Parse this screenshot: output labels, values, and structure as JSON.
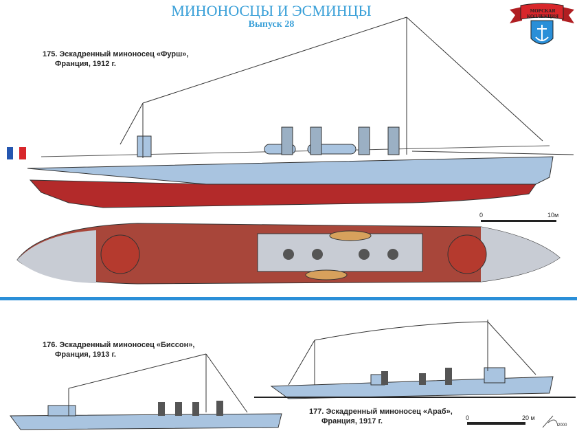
{
  "header": {
    "title": "МИНОНОСЦЫ И ЭСМИНЦЫ",
    "issue": "Выпуск 28"
  },
  "logo": {
    "text": "МОРСКАЯ КОЛЛЕКЦИЯ",
    "icon": "anchor-shield-icon",
    "ribbon_color": "#d8262b",
    "shield_color": "#2a8fd8"
  },
  "ships": [
    {
      "caption_line1": "175. Эскадренный миноносец «Фурш»,",
      "caption_line2": "Франция, 1912 г."
    },
    {
      "caption_line1": "176. Эскадренный миноносец «Биссон»,",
      "caption_line2": "Франция, 1913 г."
    },
    {
      "caption_line1": "177. Эскадренный миноносец «Араб»,",
      "caption_line2": "Франция, 1917 г."
    }
  ],
  "scales": [
    {
      "start": "0",
      "end": "10м"
    },
    {
      "start": "0",
      "end": "20 м"
    }
  ],
  "signature_year": "2000",
  "colors": {
    "hull_upper": "#a9c4e0",
    "hull_lower": "#b32a2a",
    "deck": "#a8463a",
    "divider": "#2a8fd8"
  }
}
